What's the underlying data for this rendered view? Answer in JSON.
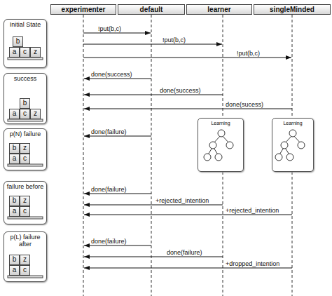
{
  "diagram": {
    "nodes": [
      {
        "text": [
          "experimenter"
        ]
      },
      {
        "text": [
          "default"
        ]
      },
      {
        "text": [
          "learner"
        ]
      },
      {
        "text": [
          "singleMinded"
        ]
      },
      {
        "text": [
          "Initial State"
        ]
      },
      {
        "text": [
          "b"
        ],
        "in": 4
      },
      {
        "text": [
          "a"
        ],
        "in": 4
      },
      {
        "text": [
          "c"
        ],
        "in": 4
      },
      {
        "text": [
          "z"
        ],
        "in": 4
      },
      {
        "text": [
          "success"
        ]
      },
      {
        "text": [
          "b"
        ],
        "in": 9
      },
      {
        "text": [
          "a"
        ],
        "in": 9
      },
      {
        "text": [
          "c"
        ],
        "in": 9
      },
      {
        "text": [
          "z"
        ],
        "in": 9
      },
      {
        "text": [
          "p(N) failure"
        ]
      },
      {
        "text": [
          "b"
        ],
        "in": 14
      },
      {
        "text": [
          "z"
        ],
        "in": 14
      },
      {
        "text": [
          "a"
        ],
        "in": 14
      },
      {
        "text": [
          "c"
        ],
        "in": 14
      },
      {
        "text": [
          "failure before"
        ]
      },
      {
        "text": [
          "b"
        ],
        "in": 19
      },
      {
        "text": [
          "z"
        ],
        "in": 19
      },
      {
        "text": [
          "a"
        ],
        "in": 19
      },
      {
        "text": [
          "c"
        ],
        "in": 19
      },
      {
        "text": [
          "p(L) failure after"
        ]
      },
      {
        "text": [
          "b"
        ],
        "in": 24
      },
      {
        "text": [
          "z"
        ],
        "in": 24
      },
      {
        "text": [
          "a"
        ],
        "in": 24
      },
      {
        "text": [
          "c"
        ],
        "in": 24
      },
      {
        "text": [
          "Learning"
        ]
      },
      {
        "text": [
          "Learning"
        ]
      }
    ],
    "labels": [
      "!put(b,c)",
      "!put(b,c)",
      "!put(b,c)",
      "done(success)",
      "done(success)",
      "done(sucess)",
      "done(failure)",
      "done(failure)",
      "+rejected_intention",
      "+rejected_intention",
      "done(failure)",
      "done(failure)",
      "+dropped_intention"
    ]
  }
}
